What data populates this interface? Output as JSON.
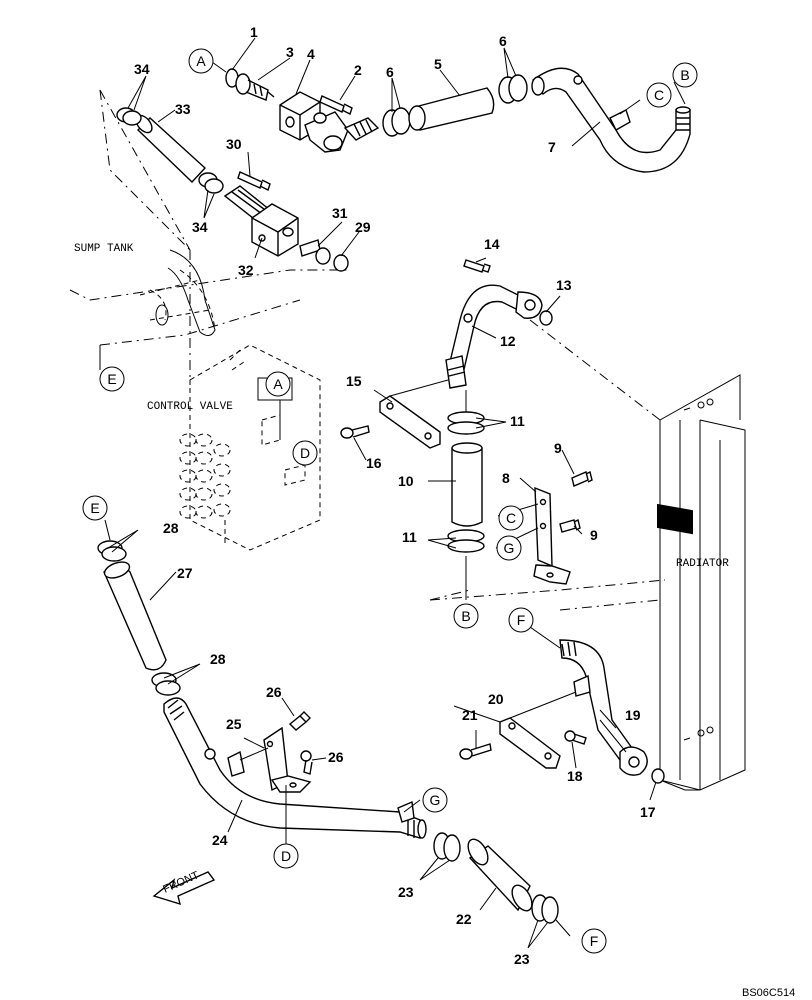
{
  "labels": {
    "sump_tank": "SUMP TANK",
    "control_valve": "CONTROL VALVE",
    "radiator": "RADIATOR",
    "front": "FRONT",
    "drawing_code": "BS06C514"
  },
  "callouts": {
    "A1": "A",
    "A2": "A",
    "B1": "B",
    "B2": "B",
    "C1": "C",
    "C2": "C",
    "D1": "D",
    "D2": "D",
    "E1": "E",
    "E2": "E",
    "F1": "F",
    "F2": "F",
    "G1": "G",
    "G2": "G"
  },
  "part_numbers": {
    "p1": "1",
    "p2": "2",
    "p3": "3",
    "p4": "4",
    "p5": "5",
    "p6a": "6",
    "p6b": "6",
    "p7": "7",
    "p8": "8",
    "p9a": "9",
    "p9b": "9",
    "p10": "10",
    "p11a": "11",
    "p11b": "11",
    "p12": "12",
    "p13": "13",
    "p14": "14",
    "p15": "15",
    "p16": "16",
    "p17": "17",
    "p18": "18",
    "p19": "19",
    "p20": "20",
    "p21": "21",
    "p22": "22",
    "p23a": "23",
    "p23b": "23",
    "p24": "24",
    "p25": "25",
    "p26a": "26",
    "p26b": "26",
    "p27": "27",
    "p28a": "28",
    "p28b": "28",
    "p29": "29",
    "p30": "30",
    "p31": "31",
    "p32": "32",
    "p33": "33",
    "p34a": "34",
    "p34b": "34"
  }
}
